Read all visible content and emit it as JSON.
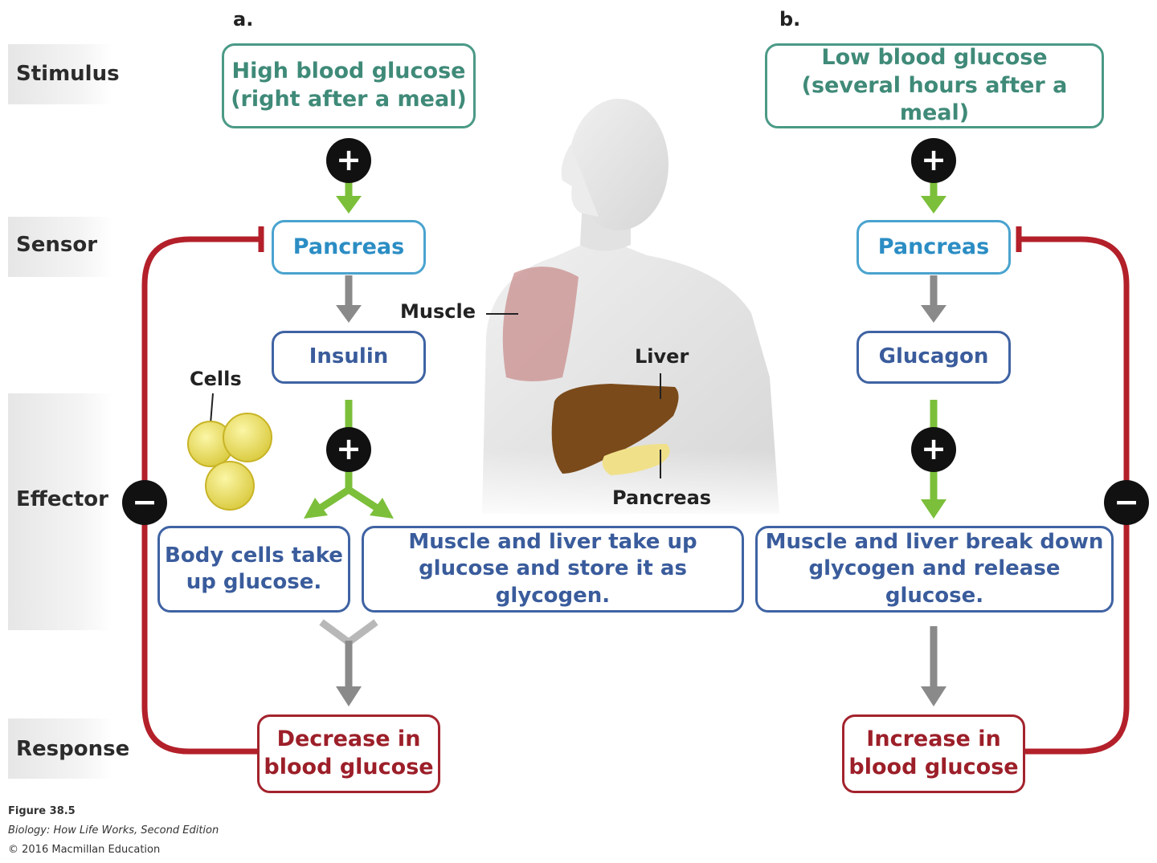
{
  "panels": {
    "a": "a.",
    "b": "b."
  },
  "rows": {
    "stimulus": "Stimulus",
    "sensor": "Sensor",
    "effector": "Effector",
    "response": "Response"
  },
  "left": {
    "stimulus": "High blood glucose\n(right after a meal)",
    "sensor": "Pancreas",
    "hormone": "Insulin",
    "effector1": "Body cells take\nup glucose.",
    "effector2": "Muscle and liver take up\nglucose and store it as glycogen.",
    "response": "Decrease in\nblood glucose"
  },
  "right": {
    "stimulus": "Low blood glucose\n(several hours after a meal)",
    "sensor": "Pancreas",
    "hormone": "Glucagon",
    "effector": "Muscle and liver break down\nglycogen and release glucose.",
    "response": "Increase in\nblood glucose"
  },
  "anatomy": {
    "muscle": "Muscle",
    "liver": "Liver",
    "pancreas": "Pancreas",
    "cells": "Cells"
  },
  "signs": {
    "plus": "+",
    "minus": "−"
  },
  "credits": {
    "figure": "Figure 38.5",
    "book": "Biology: How Life Works, Second Edition",
    "copyright": "© 2016 Macmillan Education"
  },
  "colors": {
    "stimulus": "#4b9a86",
    "sensor": "#4aa3cf",
    "effector": "#3f63a3",
    "response": "#a3232d",
    "feedback_line": "#b3202a",
    "green_arrow": "#7cbf3a",
    "gray_arrow": "#8a8a8a"
  }
}
